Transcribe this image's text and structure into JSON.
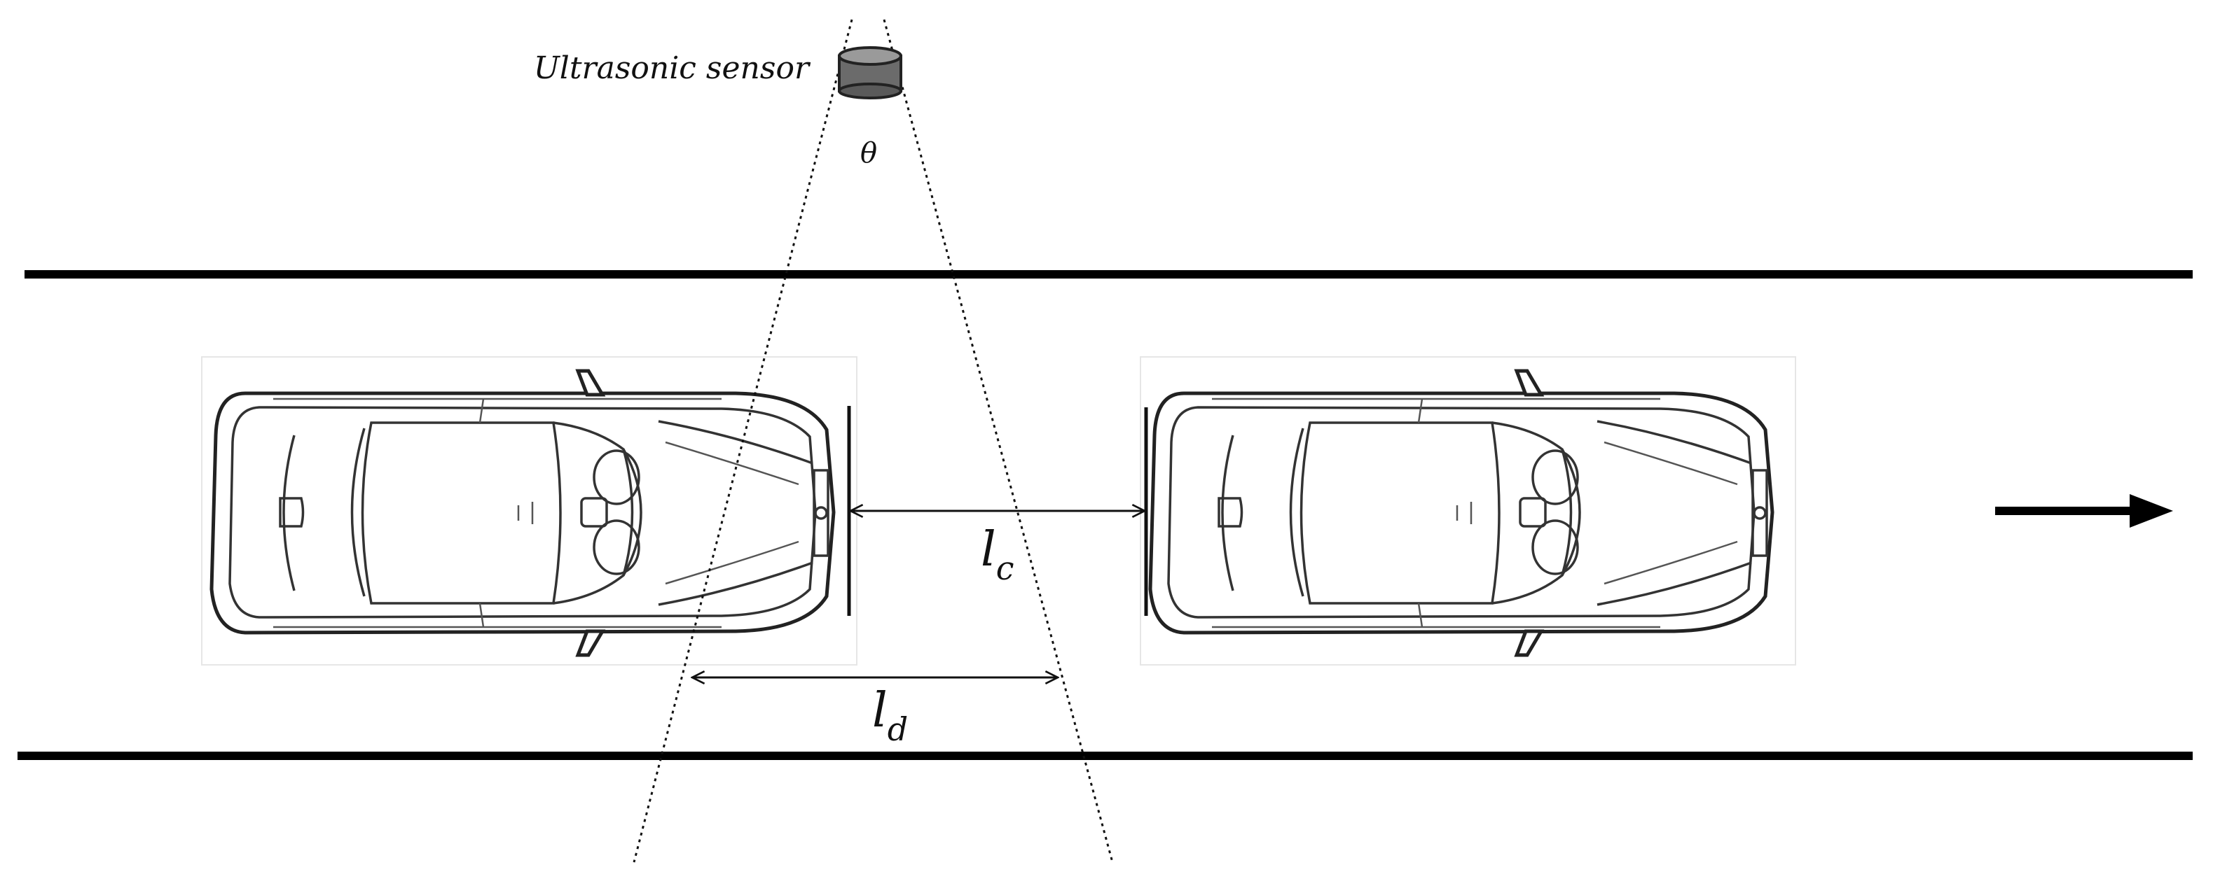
{
  "sensor": {
    "label": "Ultrasonic sensor",
    "angle_symbol": "θ"
  },
  "dimensions": {
    "lc": {
      "base": "l",
      "sub": "c"
    },
    "ld": {
      "base": "l",
      "sub": "d"
    }
  },
  "icons": {
    "direction": "right-arrow-icon",
    "sensor": "sensor-icon"
  },
  "colors": {
    "line": "#000000",
    "sensor_body": "#6b6b6b",
    "sensor_top": "#9a9a9a"
  }
}
